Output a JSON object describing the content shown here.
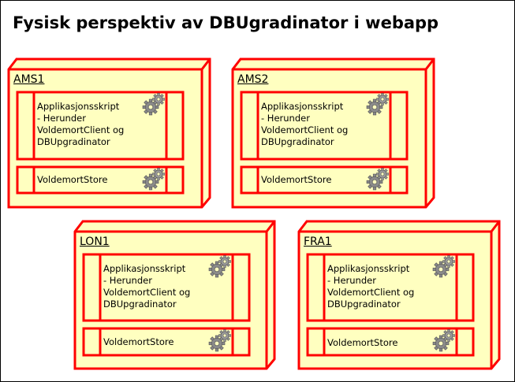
{
  "title": "Fysisk perspektiv av DBUgradinator i webapp",
  "colors": {
    "node_fill": "#ffffc0",
    "node_stroke": "#ff0000",
    "gear": "#8a8a8a"
  },
  "nodes": [
    {
      "label": "AMS1",
      "app_text": "Applikasjonsskript\n - Herunder\nVoldemortClient og\nDBUpgradinator",
      "store_text": "VoldemortStore",
      "gear_icon": "gear-icon"
    },
    {
      "label": "AMS2",
      "app_text": "Applikasjonsskript\n - Herunder\nVoldemortClient og\nDBUpgradinator",
      "store_text": "VoldemortStore",
      "gear_icon": "gear-icon"
    },
    {
      "label": "LON1",
      "app_text": "Applikasjonsskript\n - Herunder\nVoldemortClient og\nDBUpgradinator",
      "store_text": "VoldemortStore",
      "gear_icon": "gear-icon"
    },
    {
      "label": "FRA1",
      "app_text": "Applikasjonsskript\n - Herunder\nVoldemortClient og\nDBUpgradinator",
      "store_text": "VoldemortStore",
      "gear_icon": "gear-icon"
    }
  ]
}
